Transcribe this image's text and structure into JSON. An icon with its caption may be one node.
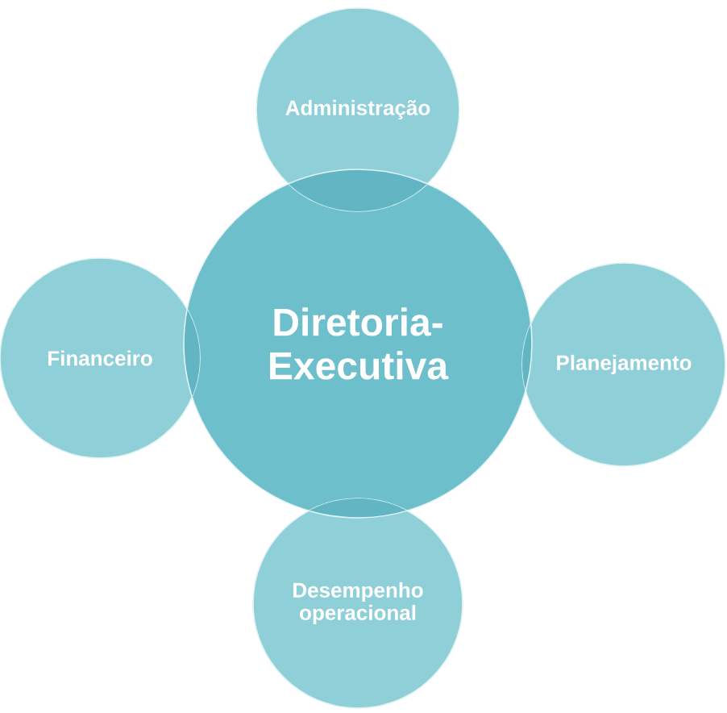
{
  "diagram": {
    "nodes": [
      {
        "text": [
          "Administração"
        ]
      },
      {
        "text": [
          "Financeiro"
        ]
      },
      {
        "text": [
          "Diretoria-Executiva"
        ]
      },
      {
        "text": [
          "Planejamento"
        ]
      },
      {
        "text": [
          "Desempenho operacional"
        ]
      }
    ]
  }
}
